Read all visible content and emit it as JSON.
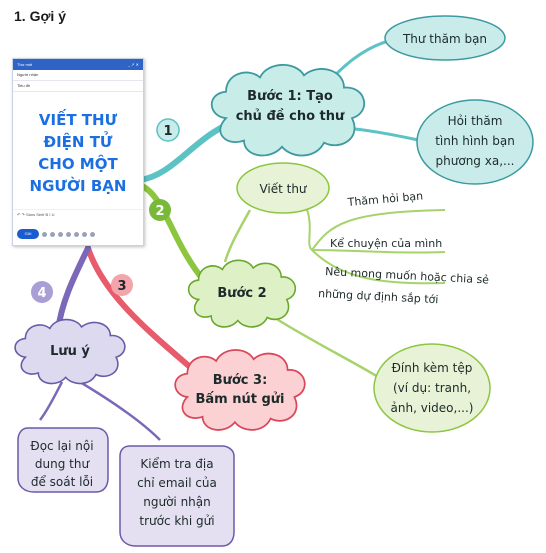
{
  "section_heading": "1. Gợi ý",
  "email_window": {
    "title": "Thư mới",
    "to_placeholder": "Người nhận",
    "subject_placeholder": "Tiêu đề",
    "body_lines": [
      "VIẾT THƯ",
      "ĐIỆN TỬ",
      "CHO MỘT",
      "NGƯỜI BẠN"
    ],
    "font_label": "Sans Serif",
    "send_label": "Gửi"
  },
  "steps": [
    {
      "number": "1",
      "label_lines": [
        "Bước 1: Tạo",
        "chủ đề cho thư"
      ]
    },
    {
      "number": "2",
      "label_lines": [
        "Bước 2"
      ]
    },
    {
      "number": "3",
      "label_lines": [
        "Bước 3:",
        "Bấm nút gửi"
      ]
    },
    {
      "number": "4",
      "label_lines": [
        "Lưu ý"
      ]
    }
  ],
  "step1_children": [
    {
      "lines": [
        "Thư thăm bạn"
      ]
    },
    {
      "lines": [
        "Hỏi thăm",
        "tình hình bạn",
        "phương xa,..."
      ]
    }
  ],
  "step2_children": {
    "write_letter": "Viết thư",
    "write_items": [
      {
        "lines": [
          "Thăm hỏi bạn"
        ]
      },
      {
        "lines": [
          "Kể chuyện của mình"
        ]
      },
      {
        "lines": [
          "Nêu mong muốn hoặc chia sẻ",
          "những dự định sắp tới"
        ]
      }
    ],
    "attach": {
      "lines": [
        "Đính kèm tệp",
        "(ví dụ: tranh,",
        "ảnh, video,...)"
      ]
    }
  },
  "note_children": [
    {
      "lines": [
        "Đọc lại nội",
        "dung thư",
        "để soát lỗi"
      ]
    },
    {
      "lines": [
        "Kiểm tra địa",
        "chỉ email của",
        "người nhận",
        "trước khi gửi"
      ]
    }
  ],
  "colors": {
    "step1": "#5cc2c4",
    "step2": "#8cc63f",
    "step3": "#e85b6b",
    "step4": "#7b68b8",
    "cloud1_fill": "#c8ece8",
    "cloud2_fill": "#def0c6",
    "cloud3_fill": "#fbd1d4",
    "cloud4_fill": "#ddd9ee",
    "teal_bubble_fill": "#c9ecea",
    "green_bubble_fill": "#e7f2d6",
    "purple_bubble_fill": "#e4e0f1"
  }
}
